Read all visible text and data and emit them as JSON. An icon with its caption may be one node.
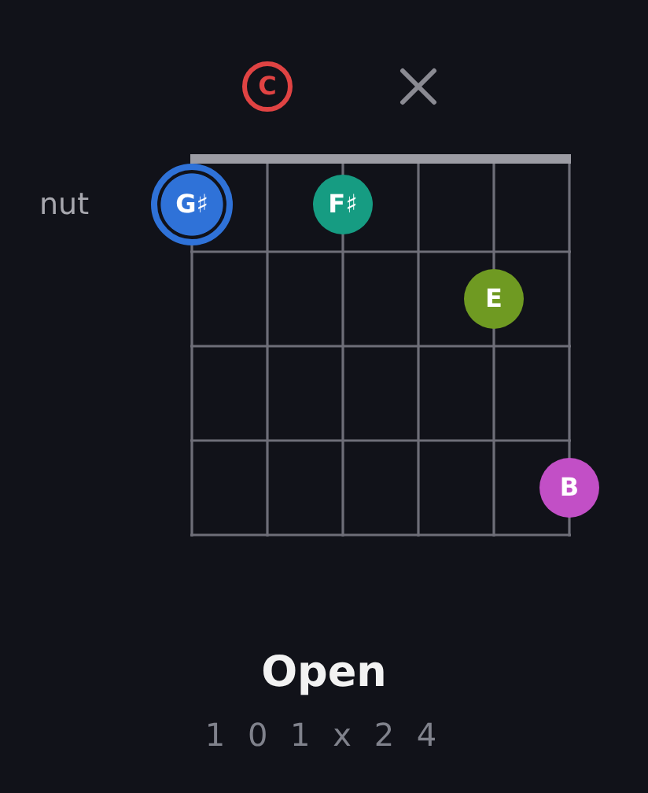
{
  "diagram": {
    "title": "Open",
    "caption": "1 0 1 x 2 4",
    "nodes": [
      {
        "text": [
          "C"
        ]
      },
      {
        "text": [
          "G♯"
        ]
      },
      {
        "text": [
          "F♯"
        ]
      },
      {
        "text": [
          "E"
        ]
      },
      {
        "text": [
          "B"
        ]
      }
    ],
    "labels": [
      "nut"
    ]
  }
}
